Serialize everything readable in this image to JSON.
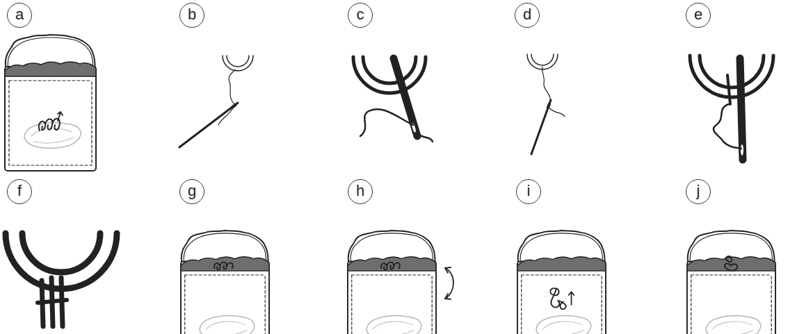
{
  "diagram": {
    "nodes": [
      {
        "text": [
          "a"
        ]
      },
      {
        "text": [
          "b"
        ]
      },
      {
        "text": [
          "c"
        ]
      },
      {
        "text": [
          "d"
        ]
      },
      {
        "text": [
          "e"
        ]
      },
      {
        "text": [
          "f"
        ]
      },
      {
        "text": [
          "g"
        ]
      },
      {
        "text": [
          "h"
        ]
      },
      {
        "text": [
          "i"
        ]
      },
      {
        "text": [
          "j"
        ]
      }
    ]
  }
}
